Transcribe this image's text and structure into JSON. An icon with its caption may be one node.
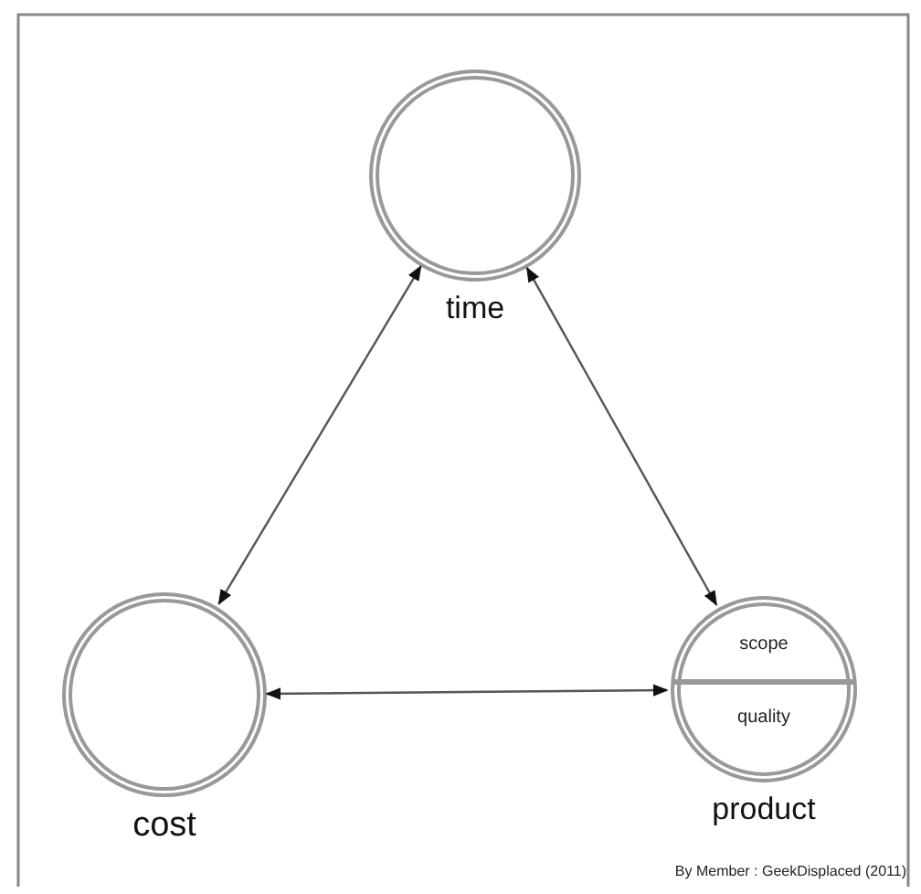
{
  "diagram": {
    "nodes": [
      {
        "text": [
          "time"
        ]
      },
      {
        "text": [
          "cost"
        ]
      },
      {
        "text": [
          "product"
        ]
      },
      {
        "text": [
          "scope"
        ],
        "in": 2
      },
      {
        "text": [
          "quality"
        ],
        "in": 2
      }
    ],
    "edges": [
      {
        "from": 0,
        "to": 1,
        "arrow": "both"
      },
      {
        "from": 0,
        "to": 2,
        "arrow": "both"
      },
      {
        "from": 1,
        "to": 2,
        "arrow": "both"
      }
    ],
    "labels": [
      "By Member : GeekDisplaced (2011)"
    ]
  }
}
